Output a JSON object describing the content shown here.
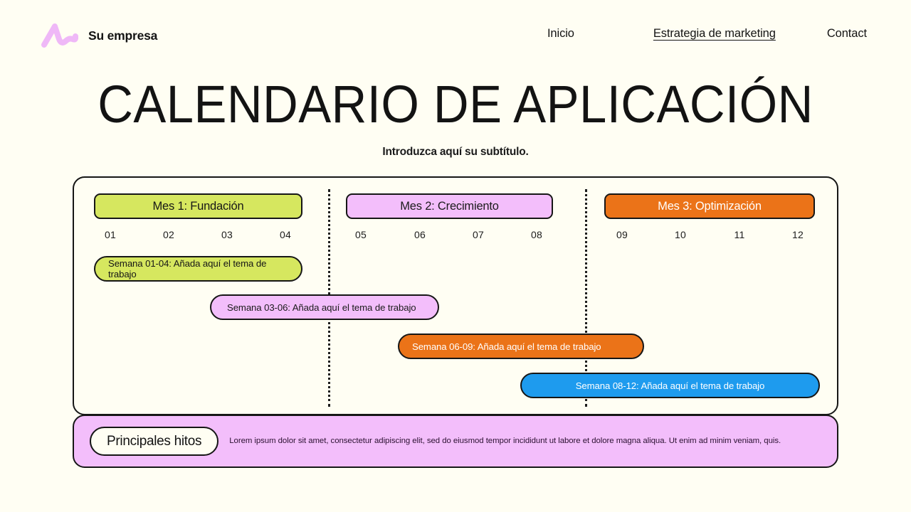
{
  "header": {
    "brand_name": "Su empresa",
    "logo_icon": "wave-squiggle-logo",
    "nav": [
      {
        "label": "Inicio",
        "active": false
      },
      {
        "label": "Estrategia de marketing",
        "active": true
      },
      {
        "label": "Contact",
        "active": false
      }
    ]
  },
  "page": {
    "title": "CALENDARIO DE APLICACIÓN",
    "subtitle": "Introduzca aquí su subtítulo."
  },
  "timeline": {
    "months": [
      {
        "label": "Mes 1: Fundación",
        "color": "#D6E75F",
        "text_color": "#161616"
      },
      {
        "label": "Mes 2: Crecimiento",
        "color": "#F3BEFB",
        "text_color": "#1b1b1b"
      },
      {
        "label": "Mes 3: Optimización",
        "color": "#EB7318",
        "text_color": "#FFFFFF"
      }
    ],
    "weeks": [
      "01",
      "02",
      "03",
      "04",
      "05",
      "06",
      "07",
      "08",
      "09",
      "10",
      "11",
      "12"
    ],
    "bars": [
      {
        "label": "Semana 01-04: Añada aquí el tema de trabajo",
        "color": "#D6E75F",
        "text_color": "#161616"
      },
      {
        "label": "Semana 03-06: Añada aquí el tema de trabajo",
        "color": "#F3BEFB",
        "text_color": "#1b1b1b"
      },
      {
        "label": "Semana 06-09: Añada aquí el tema de trabajo",
        "color": "#EB7318",
        "text_color": "#FFFFFF"
      },
      {
        "label": "Semana 08-12: Añada aquí el tema de trabajo",
        "color": "#1E9BEE",
        "text_color": "#FFFFFF"
      }
    ]
  },
  "milestones": {
    "pill_label": "Principales hitos",
    "description": "Lorem ipsum dolor sit amet, consectetur adipiscing elit, sed do eiusmod tempor incididunt ut labore et dolore magna aliqua. Ut enim ad minim veniam, quis."
  },
  "colors": {
    "background": "#FFFEF3",
    "ink": "#161616",
    "green": "#D6E75F",
    "pink": "#F3BEFB",
    "orange": "#EB7318",
    "blue": "#1E9BEE"
  }
}
